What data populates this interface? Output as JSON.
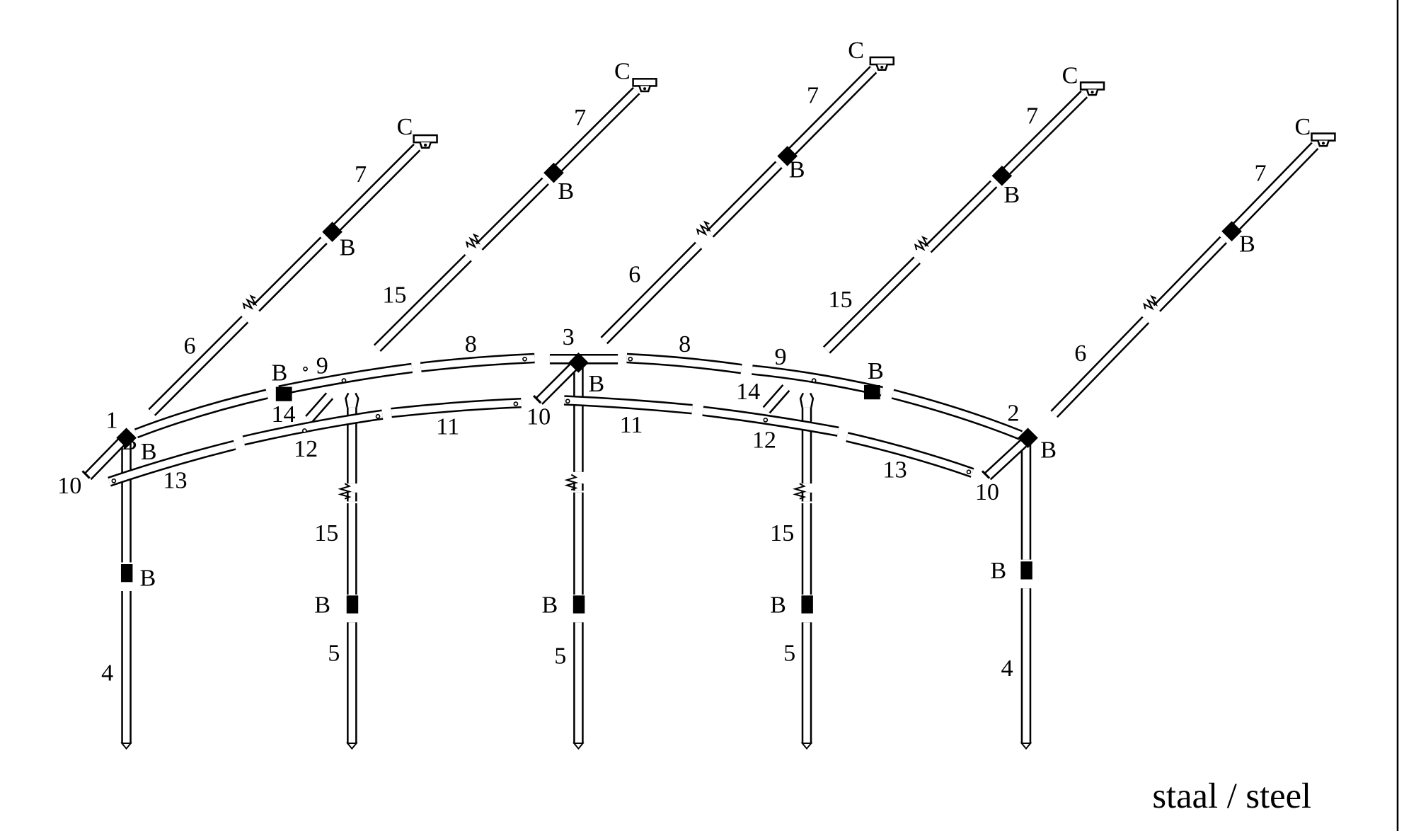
{
  "diagram": {
    "caption": "staal / steel",
    "labels": [
      "1",
      "2",
      "3",
      "4",
      "4",
      "5",
      "5",
      "5",
      "6",
      "6",
      "6",
      "7",
      "7",
      "7",
      "7",
      "7",
      "8",
      "8",
      "9",
      "9",
      "10",
      "10",
      "10",
      "11",
      "11",
      "12",
      "12",
      "13",
      "13",
      "14",
      "14",
      "15",
      "15",
      "15",
      "15",
      "B",
      "B",
      "B",
      "B",
      "B",
      "B",
      "B",
      "B",
      "B",
      "B",
      "B",
      "B",
      "B",
      "B",
      "B",
      "B",
      "C",
      "C",
      "C",
      "C",
      "C"
    ],
    "colors": {
      "line": "#000000",
      "background": "#ffffff"
    }
  }
}
